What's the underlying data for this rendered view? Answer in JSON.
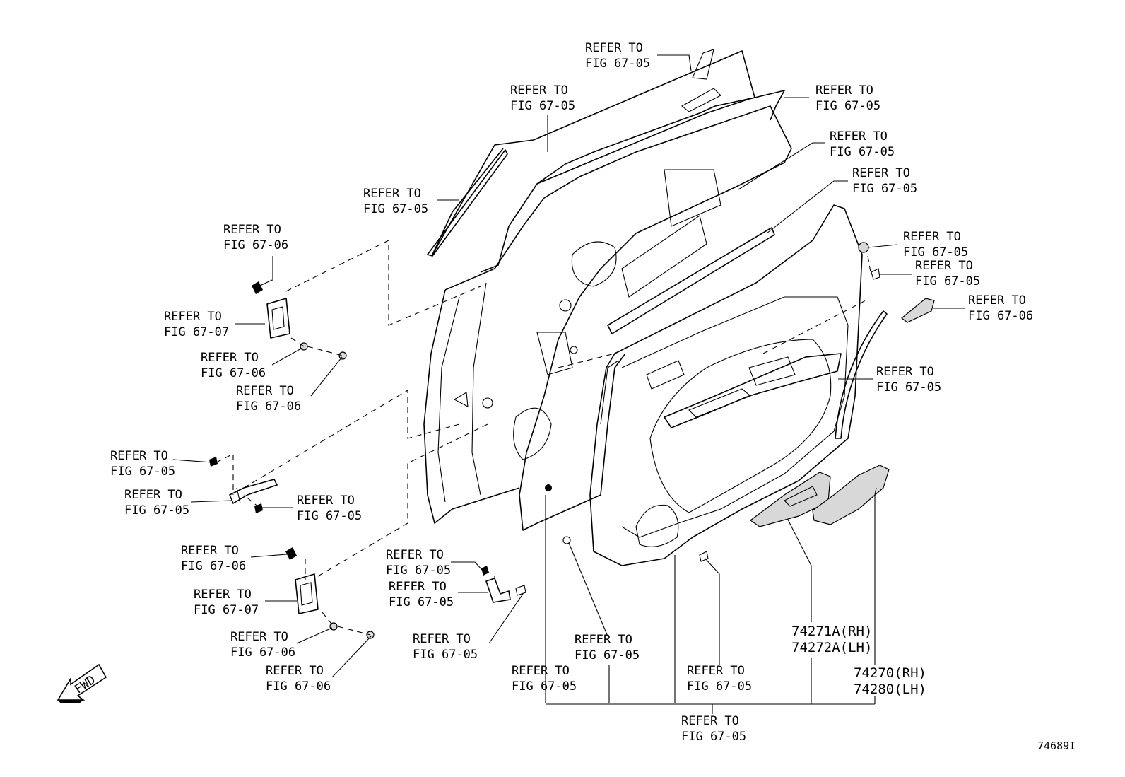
{
  "refer_fig_67_05": [
    "REFER TO",
    "FIG 67-05"
  ],
  "refer_fig_67_06": [
    "REFER TO",
    "FIG 67-06"
  ],
  "refer_fig_67_07": [
    "REFER TO",
    "FIG 67-07"
  ],
  "part_numbers": {
    "p74271a": "74271A(RH)",
    "p74272a": "74272A(LH)",
    "p74270": "74270(RH)",
    "p74280": "74280(LH)"
  },
  "fwd_label": "FWD",
  "figure_code": "74689I"
}
